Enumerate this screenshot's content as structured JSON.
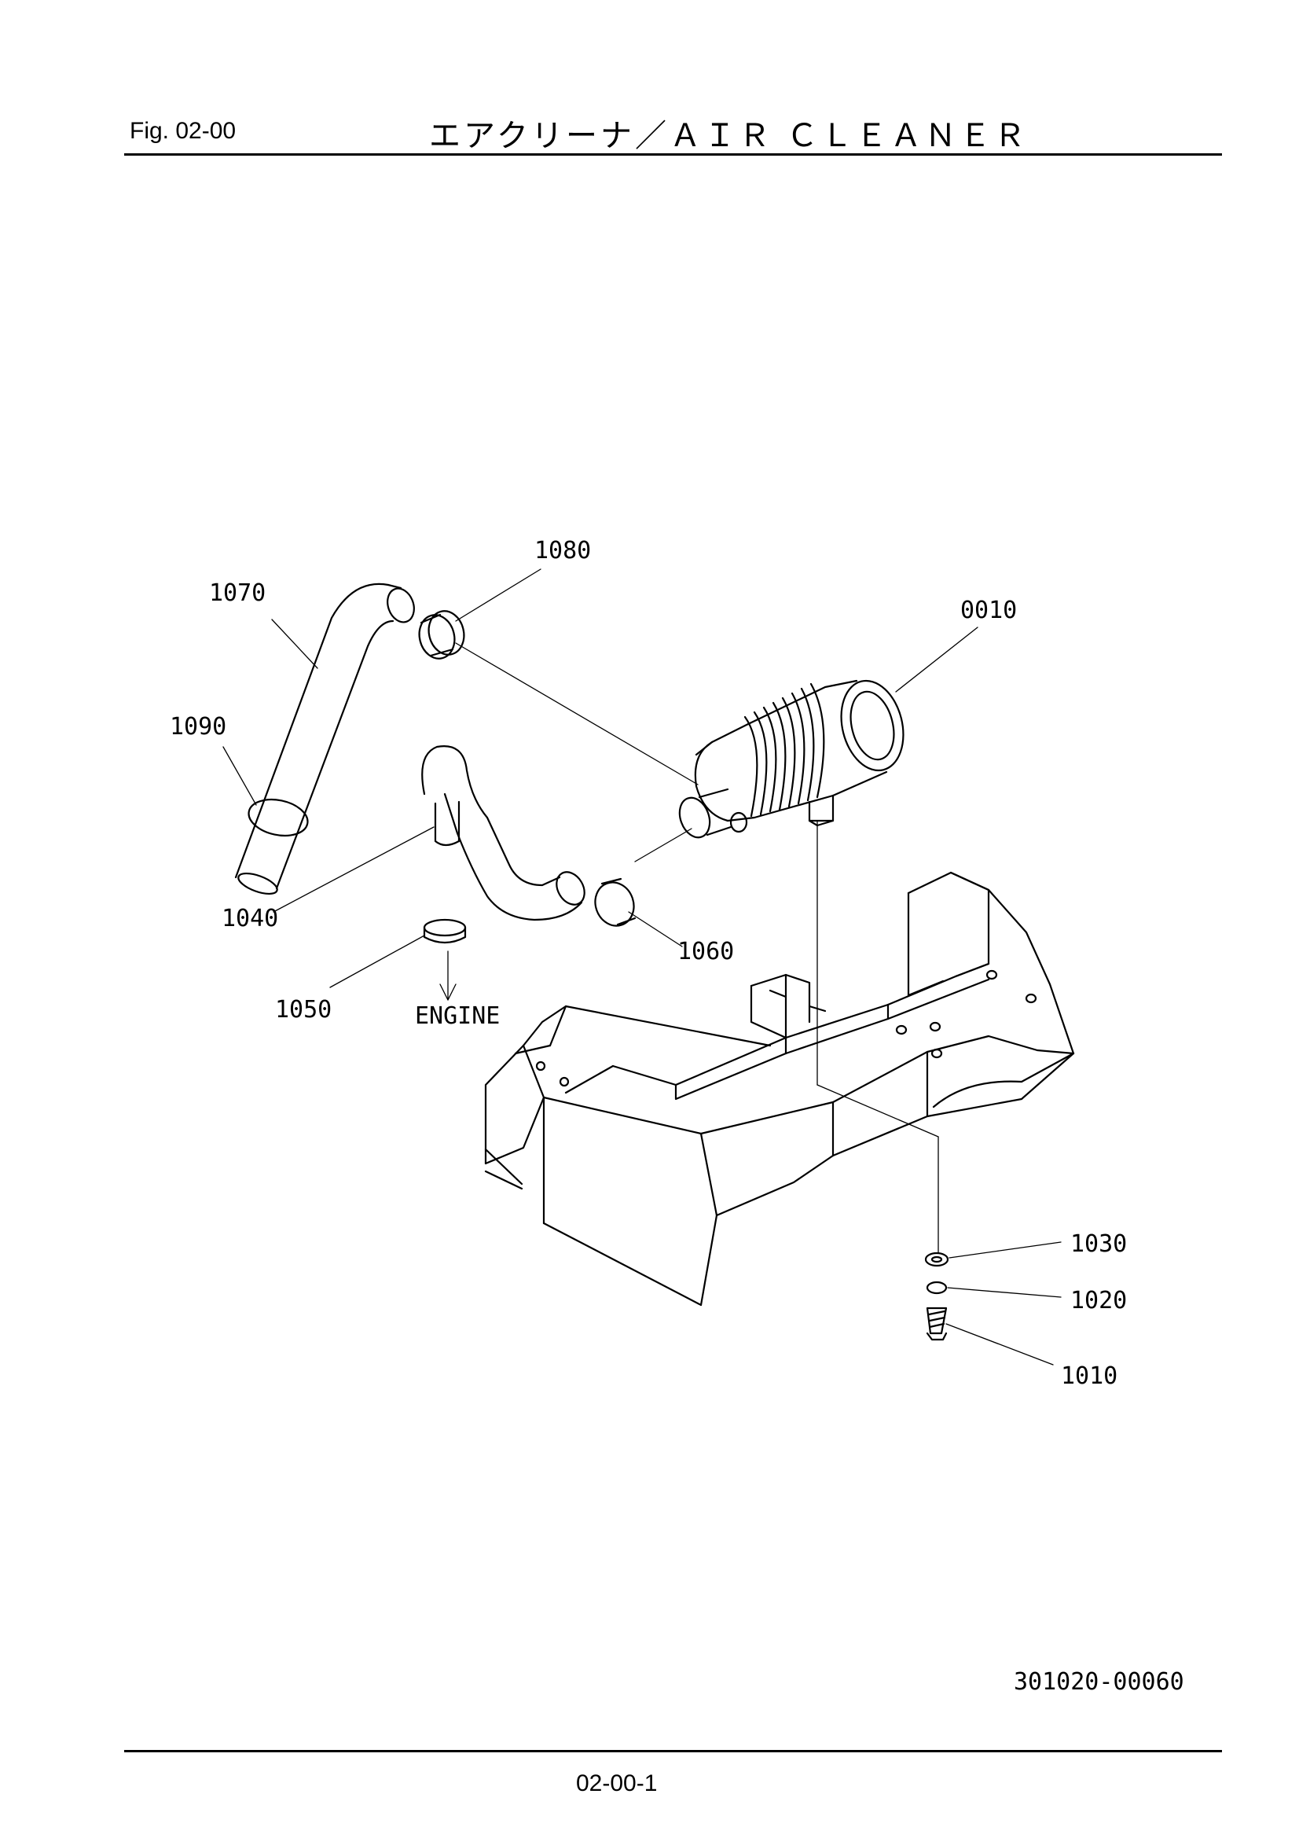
{
  "header": {
    "fig_label": "Fig.  02-00",
    "title": "エアクリーナ／ＡＩＲ ＣＬＥＡＮＥＲ"
  },
  "diagram": {
    "callouts": {
      "p0010": "0010",
      "p1010": "1010",
      "p1020": "1020",
      "p1030": "1030",
      "p1040": "1040",
      "p1050": "1050",
      "p1060": "1060",
      "p1070": "1070",
      "p1080": "1080",
      "p1090": "1090"
    },
    "engine_label": "ENGINE"
  },
  "footer": {
    "drawing_number": "301020-00060",
    "page_number": "02-00-1"
  }
}
